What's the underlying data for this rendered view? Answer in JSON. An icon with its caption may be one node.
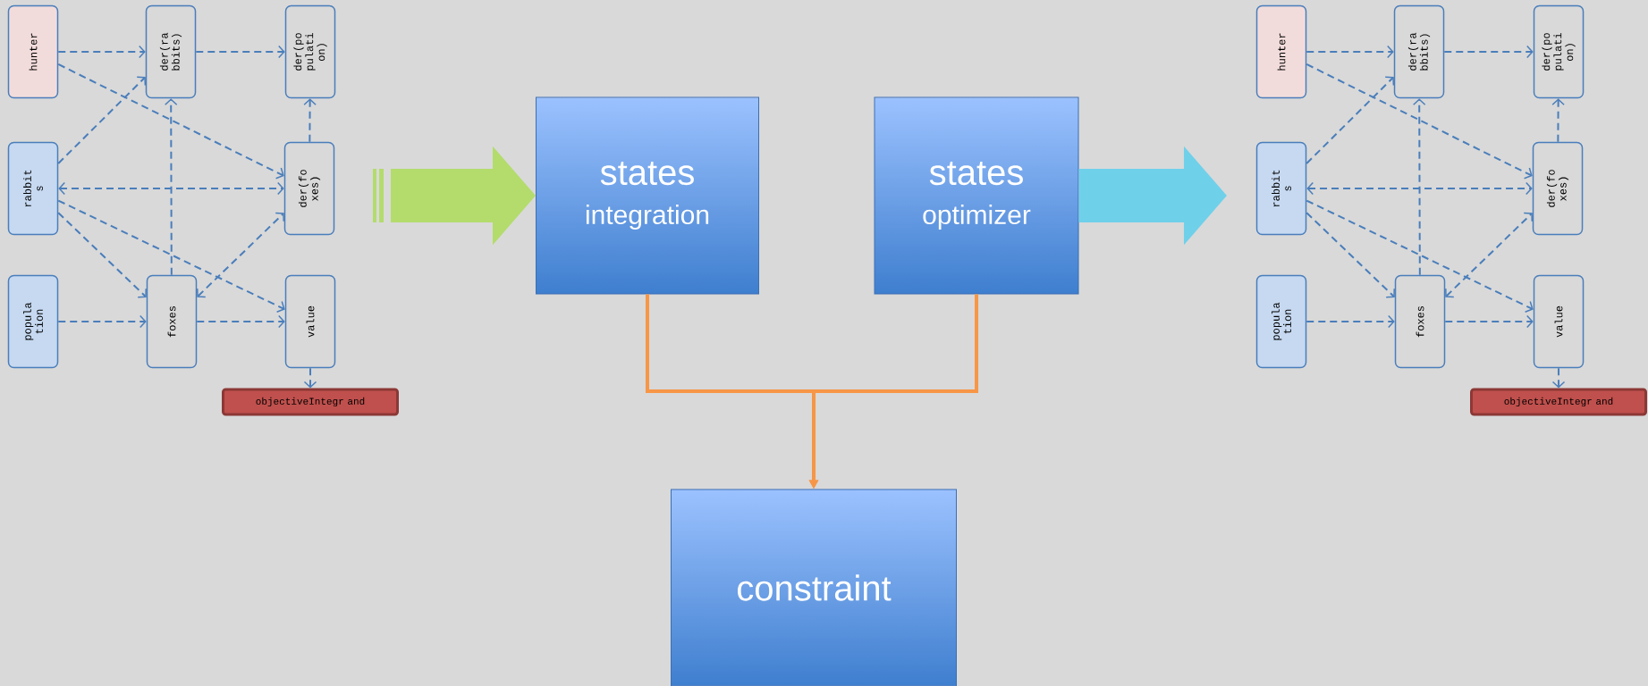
{
  "diagram": {
    "nodes": [
      {
        "text": [
          "hunter"
        ]
      },
      {
        "text": [
          "der(ra bbits)"
        ]
      },
      {
        "text": [
          "der(po pulati on)"
        ]
      },
      {
        "text": [
          "rabbit s"
        ]
      },
      {
        "text": [
          "der(fo xes)"
        ]
      },
      {
        "text": [
          "popula tion"
        ]
      },
      {
        "text": [
          "foxes"
        ]
      },
      {
        "text": [
          "value"
        ]
      },
      {
        "text": [
          "objectiveIntegr and"
        ]
      },
      {
        "text": [
          "states",
          "integration"
        ]
      },
      {
        "text": [
          "states",
          "optimizer"
        ]
      },
      {
        "text": [
          "constraint"
        ]
      },
      {
        "text": [
          "hunter"
        ]
      },
      {
        "text": [
          "der(ra bbits)"
        ]
      },
      {
        "text": [
          "der(po pulati on)"
        ]
      },
      {
        "text": [
          "rabbit s"
        ]
      },
      {
        "text": [
          "der(fo xes)"
        ]
      },
      {
        "text": [
          "popula tion"
        ]
      },
      {
        "text": [
          "foxes"
        ]
      },
      {
        "text": [
          "value"
        ]
      },
      {
        "text": [
          "objectiveIntegr and"
        ]
      }
    ],
    "edges": [
      {
        "from": 0,
        "to": 1,
        "arrow": "to",
        "style": "dashed"
      },
      {
        "from": 0,
        "to": 4,
        "arrow": "to",
        "style": "dashed"
      },
      {
        "from": 1,
        "to": 2,
        "arrow": "to",
        "style": "dashed"
      },
      {
        "from": 3,
        "to": 1,
        "arrow": "to",
        "style": "dashed"
      },
      {
        "from": 3,
        "to": 4,
        "arrow": "both",
        "style": "dashed"
      },
      {
        "from": 3,
        "to": 6,
        "arrow": "to",
        "style": "dashed"
      },
      {
        "from": 3,
        "to": 7,
        "arrow": "to",
        "style": "dashed"
      },
      {
        "from": 5,
        "to": 6,
        "arrow": "to",
        "style": "dashed"
      },
      {
        "from": 6,
        "to": 1,
        "arrow": "to",
        "style": "dashed"
      },
      {
        "from": 6,
        "to": 4,
        "arrow": "both",
        "style": "dashed"
      },
      {
        "from": 6,
        "to": 7,
        "arrow": "to",
        "style": "dashed"
      },
      {
        "from": 4,
        "to": 2,
        "arrow": "to",
        "style": "dashed"
      },
      {
        "from": 7,
        "to": 8,
        "arrow": "to",
        "style": "dashed"
      },
      {
        "from": null,
        "to": 9,
        "arrow": "to",
        "style": "thick",
        "color": "#b3dc6c"
      },
      {
        "from": 9,
        "to": 11,
        "arrow": "to",
        "color": "#f79646"
      },
      {
        "from": 10,
        "to": 11,
        "arrow": "to",
        "color": "#f79646"
      },
      {
        "from": 10,
        "to": null,
        "arrow": "to",
        "style": "thick",
        "color": "#6fd0ea"
      },
      {
        "from": 12,
        "to": 13,
        "arrow": "to",
        "style": "dashed"
      },
      {
        "from": 12,
        "to": 16,
        "arrow": "to",
        "style": "dashed"
      },
      {
        "from": 13,
        "to": 14,
        "arrow": "to",
        "style": "dashed"
      },
      {
        "from": 15,
        "to": 13,
        "arrow": "to",
        "style": "dashed"
      },
      {
        "from": 15,
        "to": 16,
        "arrow": "both",
        "style": "dashed"
      },
      {
        "from": 15,
        "to": 18,
        "arrow": "to",
        "style": "dashed"
      },
      {
        "from": 15,
        "to": 19,
        "arrow": "to",
        "style": "dashed"
      },
      {
        "from": 17,
        "to": 18,
        "arrow": "to",
        "style": "dashed"
      },
      {
        "from": 18,
        "to": 13,
        "arrow": "to",
        "style": "dashed"
      },
      {
        "from": 18,
        "to": 16,
        "arrow": "both",
        "style": "dashed"
      },
      {
        "from": 18,
        "to": 19,
        "arrow": "to",
        "style": "dashed"
      },
      {
        "from": 16,
        "to": 14,
        "arrow": "to",
        "style": "dashed"
      },
      {
        "from": 19,
        "to": 20,
        "arrow": "to",
        "style": "dashed"
      }
    ]
  }
}
